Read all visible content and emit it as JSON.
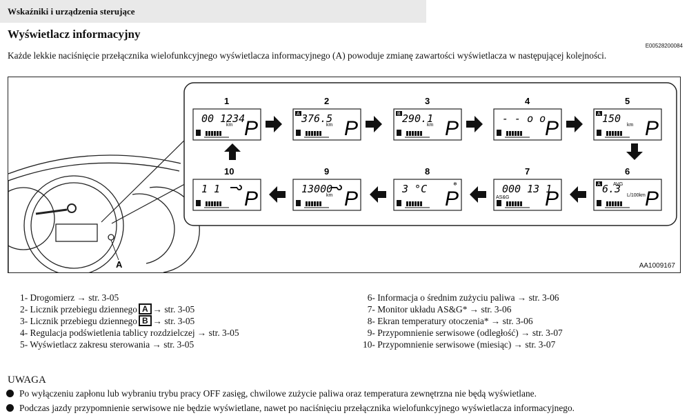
{
  "header": "Wskaźniki i urządzenia sterujące",
  "title": "Wyświetlacz informacyjny",
  "doc_code": "E00528200084",
  "intro": "Każde lekkie naciśnięcie przełącznika wielofunkcyjnego wyświetlacza informacyjnego (A) powoduje zmianę zawartości wyświetlacza w następującej kolejności.",
  "figure": {
    "figure_code": "AA1009167",
    "pointer_label": "A",
    "screens": [
      {
        "num": "1",
        "main": "00 1234",
        "unit": "km",
        "tag": "",
        "extra": ""
      },
      {
        "num": "2",
        "main": "376.5",
        "unit": "km",
        "tag": "A",
        "extra": ""
      },
      {
        "num": "3",
        "main": "290.1",
        "unit": "km",
        "tag": "B",
        "extra": ""
      },
      {
        "num": "4",
        "main": "- - o o",
        "unit": "",
        "tag": "",
        "extra": ""
      },
      {
        "num": "5",
        "main": "150",
        "unit": "km",
        "tag": "A",
        "extra": ""
      },
      {
        "num": "6",
        "main": "6.3",
        "unit": "L/100km",
        "tag": "A",
        "extra": "AVG"
      },
      {
        "num": "7",
        "main": "000 13 1",
        "unit": "",
        "tag": "",
        "extra": "AS&G"
      },
      {
        "num": "8",
        "main": "3 °C",
        "unit": "",
        "tag": "",
        "extra": "❄"
      },
      {
        "num": "9",
        "main": "13000",
        "unit": "km",
        "tag": "",
        "extra": "wrench"
      },
      {
        "num": "10",
        "main": "1 1",
        "unit": "",
        "tag": "",
        "extra": "wrench"
      }
    ],
    "gear": "P"
  },
  "legend_left": [
    {
      "n": "1-",
      "pre": "Drogomierz → str. 3-05",
      "box": "",
      "post": ""
    },
    {
      "n": "2-",
      "pre": "Licznik przebiegu dziennego",
      "box": "A",
      "post": "→ str. 3-05"
    },
    {
      "n": "3-",
      "pre": "Licznik przebiegu dziennego",
      "box": "B",
      "post": "→ str. 3-05"
    },
    {
      "n": "4-",
      "pre": "Regulacja podświetlenia tablicy rozdzielczej → str. 3-05",
      "box": "",
      "post": ""
    },
    {
      "n": "5-",
      "pre": "Wyświetlacz zakresu sterowania → str. 3-05",
      "box": "",
      "post": ""
    }
  ],
  "legend_right": [
    {
      "n": "6-",
      "text": "Informacja o średnim zużyciu paliwa → str. 3-06"
    },
    {
      "n": "7-",
      "text": "Monitor układu AS&G* → str. 3-06"
    },
    {
      "n": "8-",
      "text": "Ekran temperatury otoczenia* → str. 3-06"
    },
    {
      "n": "9-",
      "text": "Przypomnienie serwisowe (odległość) → str. 3-07"
    },
    {
      "n": "10-",
      "text": "Przypomnienie serwisowe (miesiąc) → str. 3-07"
    }
  ],
  "note_heading": "UWAGA",
  "notes": [
    "Po wyłączeniu zapłonu lub wybraniu trybu pracy OFF zasięg, chwilowe zużycie paliwa oraz temperatura zewnętrzna nie będą wyświetlane.",
    "Podczas jazdy przypomnienie serwisowe nie będzie wyświetlane, nawet po naciśnięciu przełącznika wielofunkcyjnego wyświetlacza informacyjnego."
  ]
}
